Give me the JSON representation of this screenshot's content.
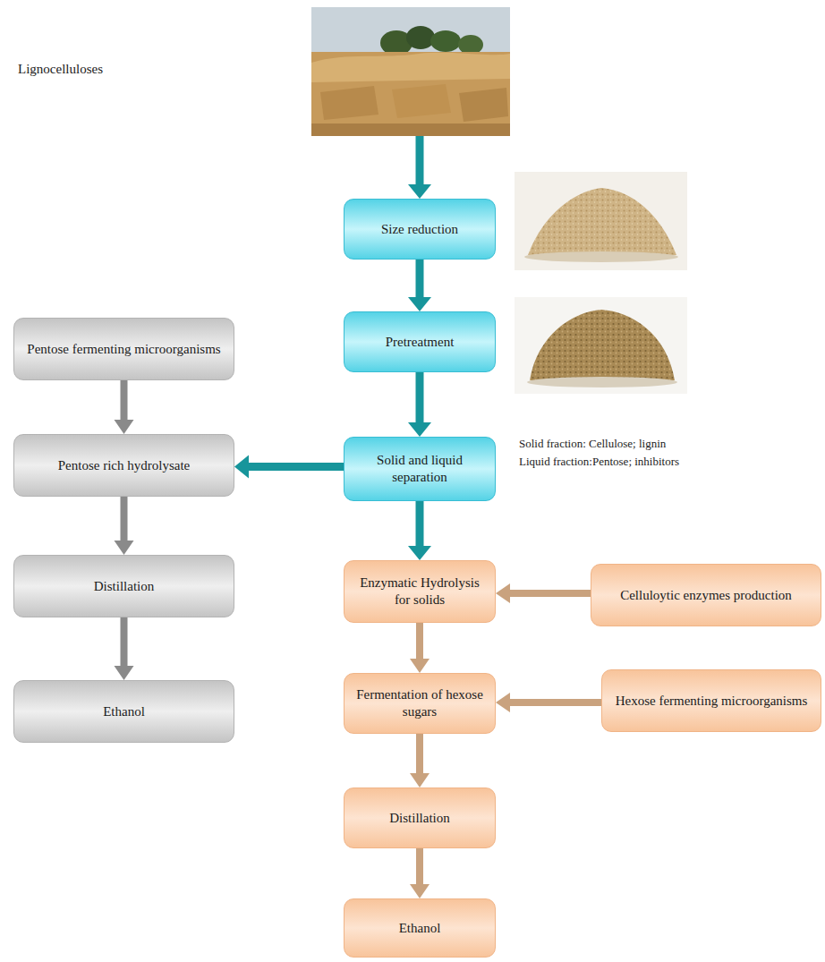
{
  "diagram": {
    "nodes": [
      {
        "text": [
          "Lignocelluloses"
        ]
      },
      {
        "text": [
          "Size reduction"
        ]
      },
      {
        "text": [
          "Pentose fermenting microorganisms"
        ]
      },
      {
        "text": [
          "Pretreatment"
        ]
      },
      {
        "text": [
          "Pentose rich hydrolysate"
        ]
      },
      {
        "text": [
          "Solid and liquid separation"
        ]
      },
      {
        "text": [
          "Distillation"
        ]
      },
      {
        "text": [
          "Enzymatic Hydrolysis for solids"
        ]
      },
      {
        "text": [
          "Celluloytic enzymes production"
        ]
      },
      {
        "text": [
          "Fermentation of hexose sugars"
        ]
      },
      {
        "text": [
          "Hexose fermenting microorganisms"
        ]
      },
      {
        "text": [
          "Ethanol"
        ]
      },
      {
        "text": [
          "Distillation"
        ]
      },
      {
        "text": [
          "Ethanol"
        ]
      }
    ],
    "edges": [
      {
        "from": 0,
        "to": 1,
        "arrow": "to"
      },
      {
        "from": 1,
        "to": 3,
        "arrow": "to"
      },
      {
        "from": 3,
        "to": 5,
        "arrow": "to"
      },
      {
        "from": 5,
        "to": 4,
        "arrow": "to"
      },
      {
        "from": 2,
        "to": 4,
        "arrow": "to"
      },
      {
        "from": 4,
        "to": 6,
        "arrow": "to"
      },
      {
        "from": 6,
        "to": 11,
        "arrow": "to"
      },
      {
        "from": 5,
        "to": 7,
        "arrow": "to"
      },
      {
        "from": 8,
        "to": 7,
        "arrow": "to"
      },
      {
        "from": 7,
        "to": 9,
        "arrow": "to"
      },
      {
        "from": 10,
        "to": 9,
        "arrow": "to"
      },
      {
        "from": 9,
        "to": 12,
        "arrow": "to"
      },
      {
        "from": 12,
        "to": 13,
        "arrow": "to"
      }
    ],
    "labels": [
      "Solid fraction: Cellulose; lignin",
      "Liquid fraction:Pentose; inhibitors"
    ]
  }
}
